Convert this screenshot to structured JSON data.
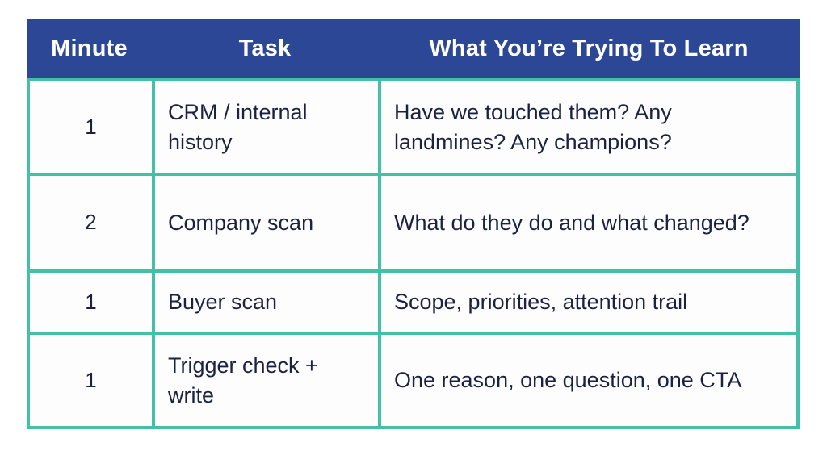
{
  "table": {
    "columns": {
      "minute": "Minute",
      "task": "Task",
      "learn": "What You’re Trying To Learn"
    },
    "rows": [
      {
        "minute": "1",
        "task": "CRM / internal history",
        "learn": "Have we touched them? Any landmines? Any champions?"
      },
      {
        "minute": "2",
        "task": "Company scan",
        "learn": "What do they do and what changed?"
      },
      {
        "minute": "1",
        "task": "Buyer scan",
        "learn": "Scope, priorities, attention trail"
      },
      {
        "minute": "1",
        "task": "Trigger check + write",
        "learn": "One reason, one question, one CTA"
      }
    ],
    "colors": {
      "header_bg": "#2c4795",
      "header_text": "#ffffff",
      "border": "#45c0a8",
      "cell_bg": "#fdfdfd",
      "body_text": "#1b2142",
      "page_bg": "#ffffff"
    }
  }
}
